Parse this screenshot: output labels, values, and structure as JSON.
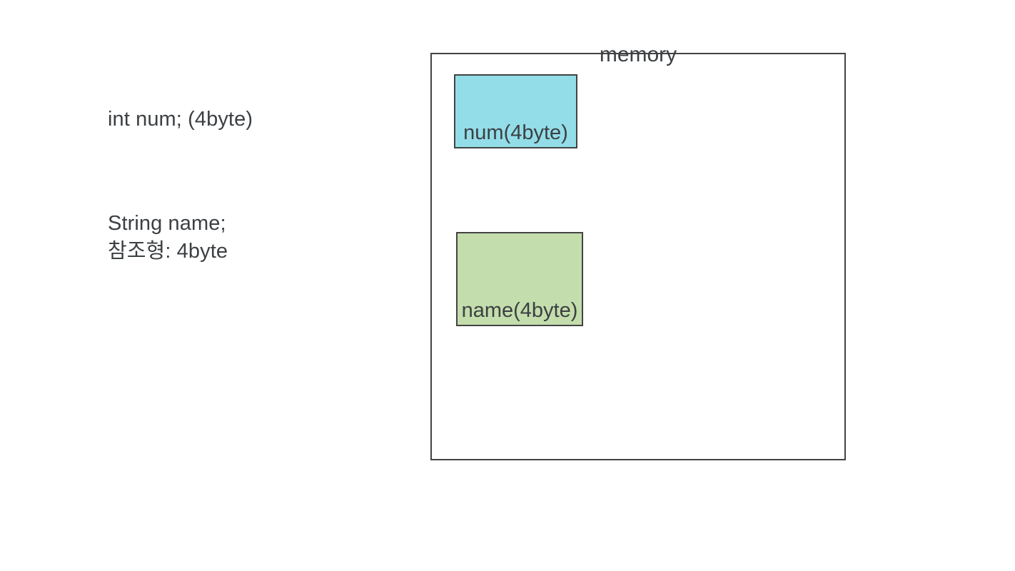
{
  "diagram": {
    "title": "memory",
    "annotations": [
      {
        "id": "annotation-int",
        "text": "int num; (4byte)"
      },
      {
        "id": "annotation-string",
        "text": "String name;\n참조형: 4byte"
      }
    ],
    "memory": {
      "label": "memory",
      "slots": [
        {
          "id": "slot-num",
          "label": "num(4byte)",
          "variable": "num",
          "size": "4byte",
          "color": "#92dde8"
        },
        {
          "id": "slot-name",
          "label": "name(4byte)",
          "variable": "name",
          "size": "4byte",
          "color": "#c3ddac"
        }
      ]
    },
    "colors": {
      "background": "#ffffff",
      "stroke": "#434343",
      "text": "#3c4043",
      "slot_num_fill": "#92dde8",
      "slot_name_fill": "#c3ddac"
    }
  }
}
